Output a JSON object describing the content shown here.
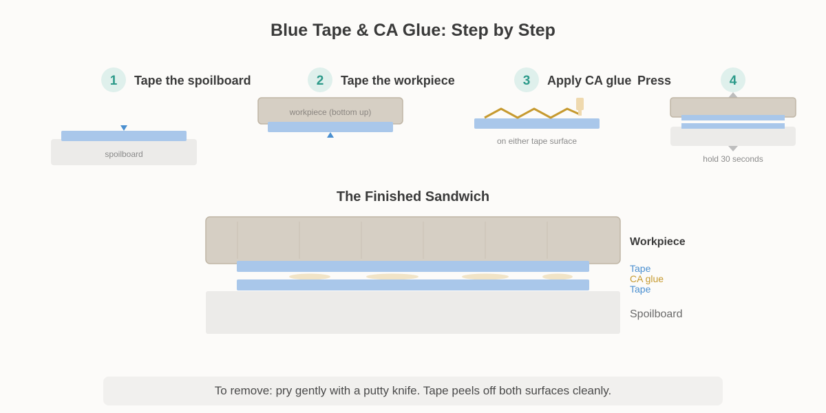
{
  "title": "Blue Tape & CA Glue: Step by Step",
  "steps": [
    {
      "number": "1",
      "label": "Tape the spoilboard",
      "part_label": "spoilboard"
    },
    {
      "number": "2",
      "label": "Tape the workpiece",
      "part_label": "workpiece (bottom up)"
    },
    {
      "number": "3",
      "label": "Apply CA glue",
      "caption": "on either tape surface"
    },
    {
      "number": "4",
      "label": "Press",
      "caption": "hold 30 seconds"
    }
  ],
  "sandwich": {
    "title": "The Finished Sandwich",
    "layers": {
      "workpiece": "Workpiece",
      "tape_top": "Tape",
      "glue": "CA glue",
      "tape_bottom": "Tape",
      "spoilboard": "Spoilboard"
    }
  },
  "footer": "To remove: pry gently with a putty knife. Tape peels off both surfaces cleanly.",
  "colors": {
    "tape": "#a9c7ea",
    "workpiece": "#d6cfc4",
    "spoilboard": "#ecebe9",
    "glue": "#f1e4c7",
    "accent": "#2d9a8a",
    "glue_line": "#c69a30"
  }
}
